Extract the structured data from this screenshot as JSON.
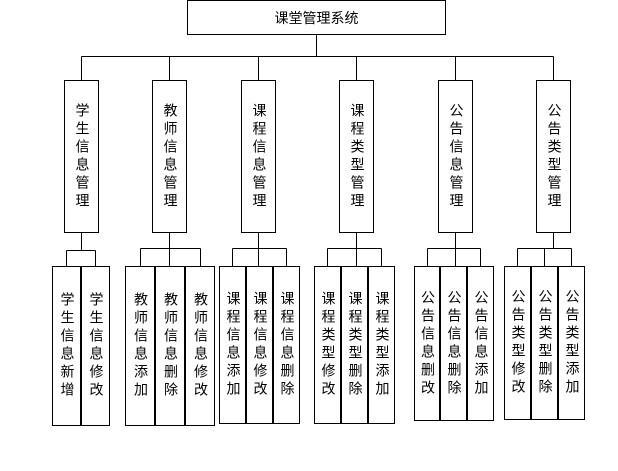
{
  "diagram": {
    "root": "课堂管理系统",
    "modules": [
      {
        "label": "学生信息管理",
        "children": [
          "学生信息新增",
          "学生信息修改"
        ]
      },
      {
        "label": "教师信息管理",
        "children": [
          "教师信息添加",
          "教师信息删除",
          "教师信息修改"
        ]
      },
      {
        "label": "课程信息管理",
        "children": [
          "课程信息添加",
          "课程信息修改",
          "课程信息删除"
        ]
      },
      {
        "label": "课程类型管理",
        "children": [
          "课程类型修改",
          "课程类型删除",
          "课程类型添加"
        ]
      },
      {
        "label": "公告信息管理",
        "children": [
          "公告信息删改",
          "公告信息删除",
          "公告信息添加"
        ]
      },
      {
        "label": "公告类型管理",
        "children": [
          "公告类型修改",
          "公告类型删除",
          "公告类型添加"
        ]
      }
    ]
  }
}
